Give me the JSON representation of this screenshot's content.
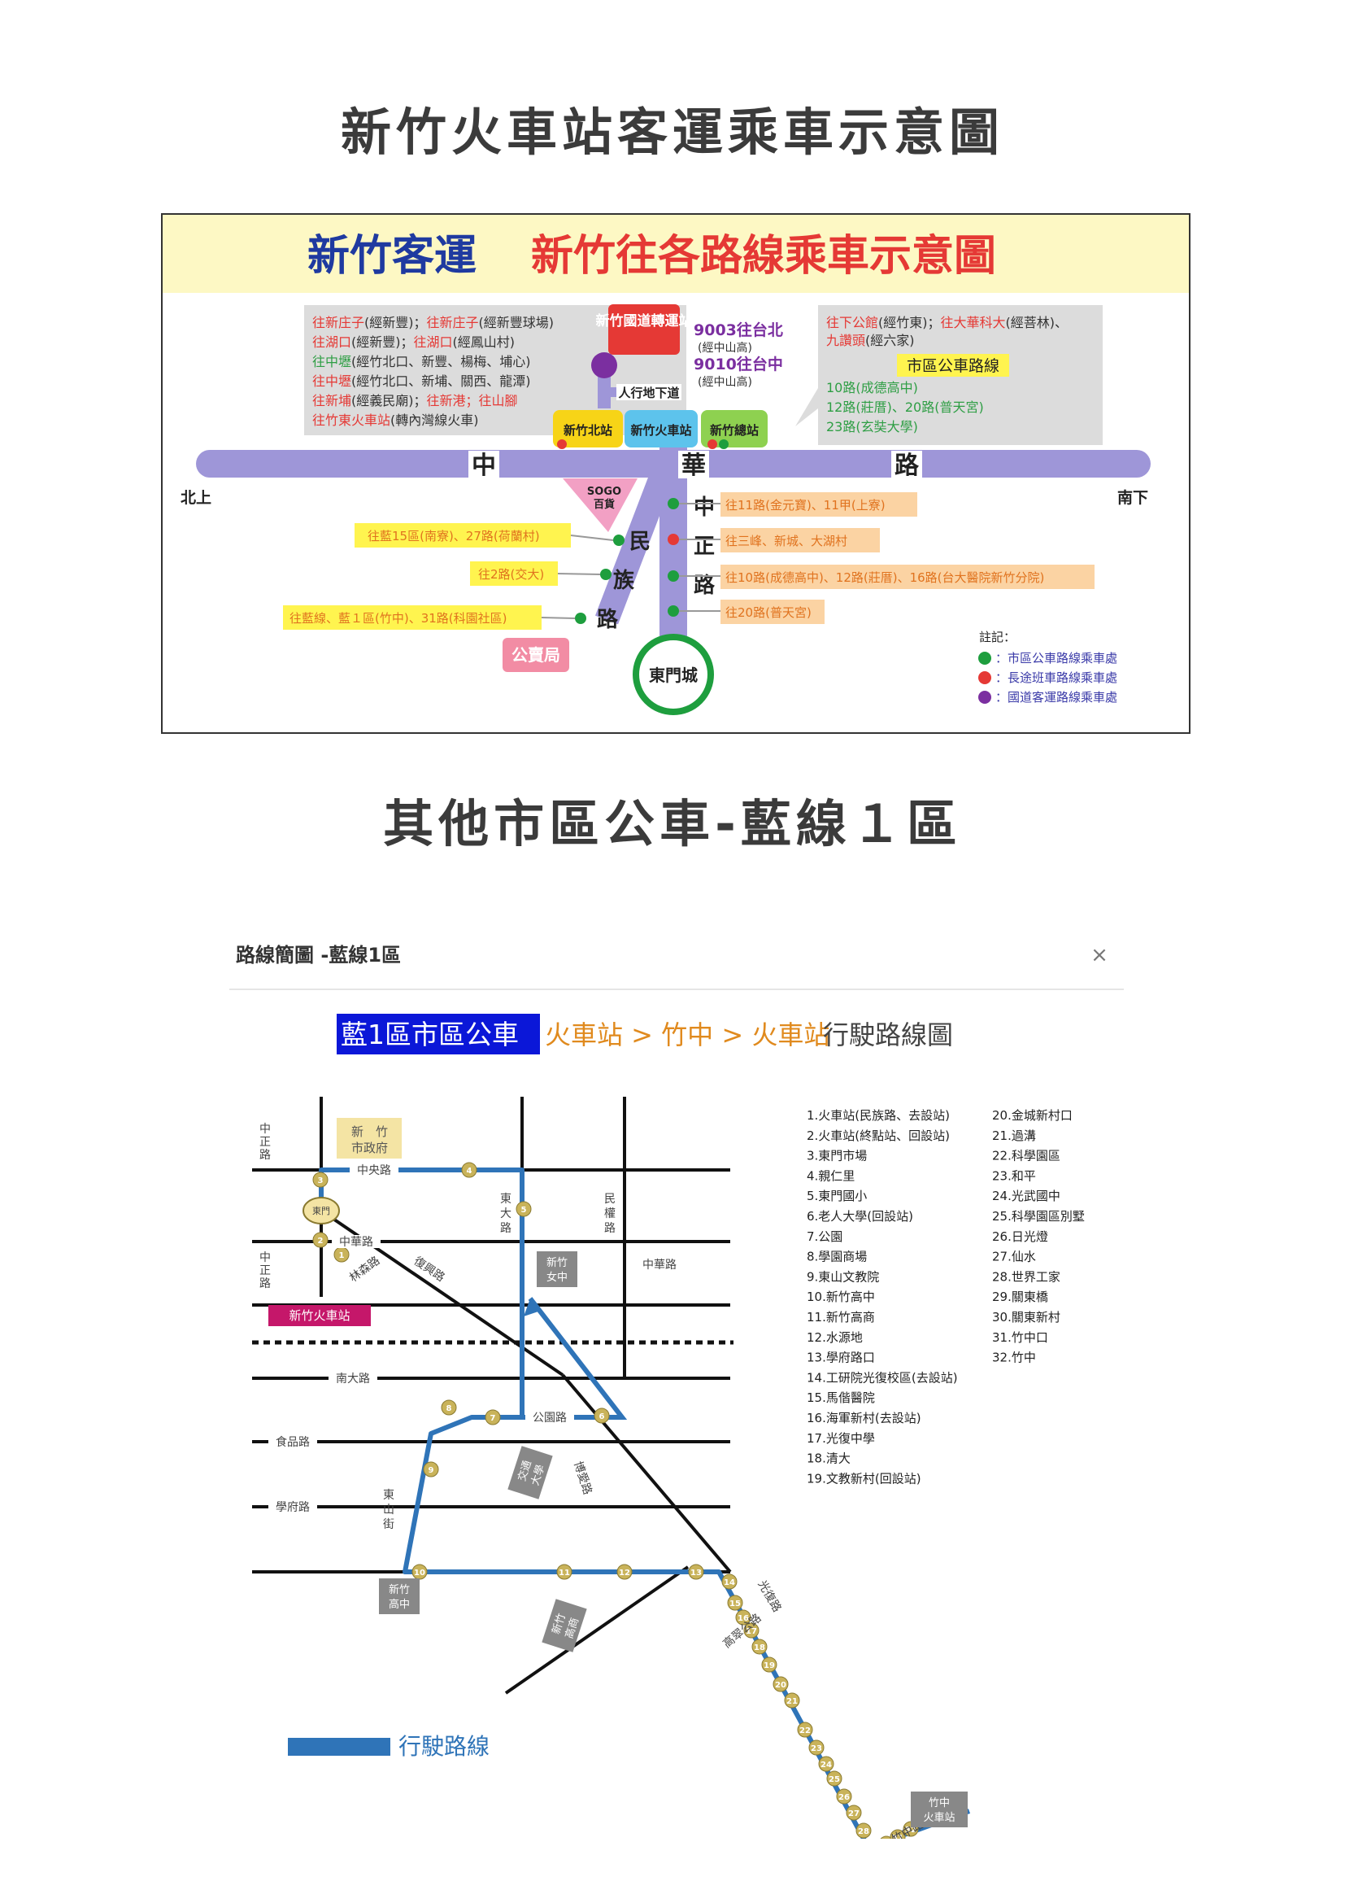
{
  "page": {
    "title1": "新竹火車站客運乘車示意圖",
    "title2": "其他市區公車-藍線１區"
  },
  "map1": {
    "heading_company": "新竹客運",
    "heading_desc": "新竹往各路線乘車示意圖",
    "left_box": [
      [
        {
          "t": "往新庄子",
          "c": "#e53935"
        },
        {
          "t": "(經新豐)；",
          "c": "#333333"
        },
        {
          "t": "往新庄子",
          "c": "#e53935"
        },
        {
          "t": "(經新豐球場)",
          "c": "#333333"
        }
      ],
      [
        {
          "t": "往湖口",
          "c": "#e53935"
        },
        {
          "t": "(經新豐)；",
          "c": "#333333"
        },
        {
          "t": "往湖口",
          "c": "#e53935"
        },
        {
          "t": "(經鳳山村)",
          "c": "#333333"
        }
      ],
      [
        {
          "t": "往中壢",
          "c": "#2e9e44"
        },
        {
          "t": "(經竹北口、新豐、楊梅、埔心)",
          "c": "#333333"
        }
      ],
      [
        {
          "t": "往中壢",
          "c": "#e53935"
        },
        {
          "t": "(經竹北口、新埔、關西、龍潭)",
          "c": "#333333"
        }
      ],
      [
        {
          "t": "往新埔",
          "c": "#e53935"
        },
        {
          "t": "(經義民廟)；",
          "c": "#333333"
        },
        {
          "t": "往新港；往山腳",
          "c": "#e53935"
        }
      ],
      [
        {
          "t": "往竹東火車站",
          "c": "#e53935"
        },
        {
          "t": "(轉內灣線火車)",
          "c": "#333333"
        }
      ]
    ],
    "transfer_station": "新竹國道轉運站",
    "highway_routes": [
      {
        "name": "9003往台北",
        "via": "(經中山高)"
      },
      {
        "name": "9010往台中",
        "via": "(經中山高)"
      }
    ],
    "underpass": "人行地下道",
    "stations": [
      "新竹北站",
      "新竹火車站",
      "新竹總站"
    ],
    "right_box": {
      "line1a": "往下公館",
      "line1b": "(經竹東)；",
      "line1c": "往大華科大",
      "line1d": "(經菩林)、",
      "line2a": "九讚頭",
      "line2b": "(經六家)",
      "city_bus_label": "市區公車路線",
      "city_bus_routes": [
        "10路(成德高中)",
        "12路(莊厝)、20路(普天宮)",
        "23路(玄奘大學)"
      ]
    },
    "roads": {
      "zhonghua": [
        "中",
        "華",
        "路"
      ],
      "zhongzheng": [
        "中",
        "正",
        "路"
      ],
      "minzu": [
        "民",
        "族",
        "路"
      ]
    },
    "north": "北上",
    "south": "南下",
    "sogo": [
      "SOGO",
      "百貨"
    ],
    "minzu_stops": [
      "往藍15區(南寮)、27路(荷蘭村)",
      "往2路(交大)",
      "往藍線、藍１區(竹中)、31路(科園社區)"
    ],
    "zhongzheng_stops": [
      "往11路(金元寶)、11甲(上寮)",
      "往三峰、新城、大湖村",
      "往10路(成德高中)、12路(莊厝)、16路(台大醫院新竹分院)",
      "往20路(普天宮)"
    ],
    "post_office": "公賣局",
    "dongmen": "東門城",
    "legend_title": "註記：",
    "legend": [
      {
        "color": "#1e9e3e",
        "text": "：市區公車路線乘車處"
      },
      {
        "color": "#e53935",
        "text": "：長途班車路線乘車處"
      },
      {
        "color": "#7b2fa0",
        "text": "：國道客運路線乘車處"
      }
    ]
  },
  "map2": {
    "dialog_title": "路線簡圖 -藍線1區",
    "close": "×",
    "banner_route": "藍1區市區公車",
    "banner_path": "火車站 > 竹中 > 火車站",
    "banner_suffix": "行駛路線圖",
    "city_hall": [
      "新　竹",
      "市政府"
    ],
    "road_zhongyang": "中央路",
    "road_zhongzheng": [
      "中",
      "正",
      "路"
    ],
    "road_zhongzheng2": [
      "中",
      "正",
      "路"
    ],
    "road_dongda": [
      "東",
      "大",
      "路"
    ],
    "road_minquan": [
      "民",
      "權",
      "路"
    ],
    "road_linsen": "林森路",
    "road_fuxing": "復興路",
    "road_zhonghua": "中華路",
    "road_zhonghua_r": "中華路",
    "road_nanda": "南大路",
    "road_gongyuan": "公園路",
    "road_shipin": "食品路",
    "road_xuefu": "學府路",
    "road_dongshan": [
      "東",
      "山",
      "街"
    ],
    "road_bochi": "博愛路",
    "road_guangfu": "光復路",
    "road_gaocui": "高翠公路",
    "road_zhuzhong": "竹中路",
    "dongmen": "東門",
    "hsinchu_station": "新竹火車站",
    "girls_school": [
      "新竹",
      "女中"
    ],
    "jiaoda": [
      "交通",
      "大學"
    ],
    "qinghua": [
      "新竹",
      "高商"
    ],
    "hs_high": [
      "新竹",
      "高中"
    ],
    "zhuzhong_station": [
      "竹中",
      "火車站"
    ],
    "legend_route": "行駛路線",
    "stops_left": [
      "1.火車站(民族路、去設站)",
      "2.火車站(終點站、回設站)",
      "3.東門市場",
      "4.親仁里",
      "5.東門國小",
      "6.老人大學(回設站)",
      "7.公園",
      "8.學園商場",
      "9.東山文教院",
      "10.新竹高中",
      "11.新竹高商",
      "12.水源地",
      "13.學府路口",
      "14.工研院光復校區(去設站)",
      "15.馬偕醫院",
      "16.海軍新村(去設站)",
      "17.光復中學",
      "18.清大",
      "19.文教新村(回設站)"
    ],
    "stops_right": [
      "20.金城新村口",
      "21.過溝",
      "22.科學園區",
      "23.和平",
      "24.光武國中",
      "25.科學園區別墅",
      "26.日光燈",
      "27.仙水",
      "28.世界工家",
      "29.關東橋",
      "30.關東新村",
      "31.竹中口",
      "32.竹中"
    ]
  }
}
